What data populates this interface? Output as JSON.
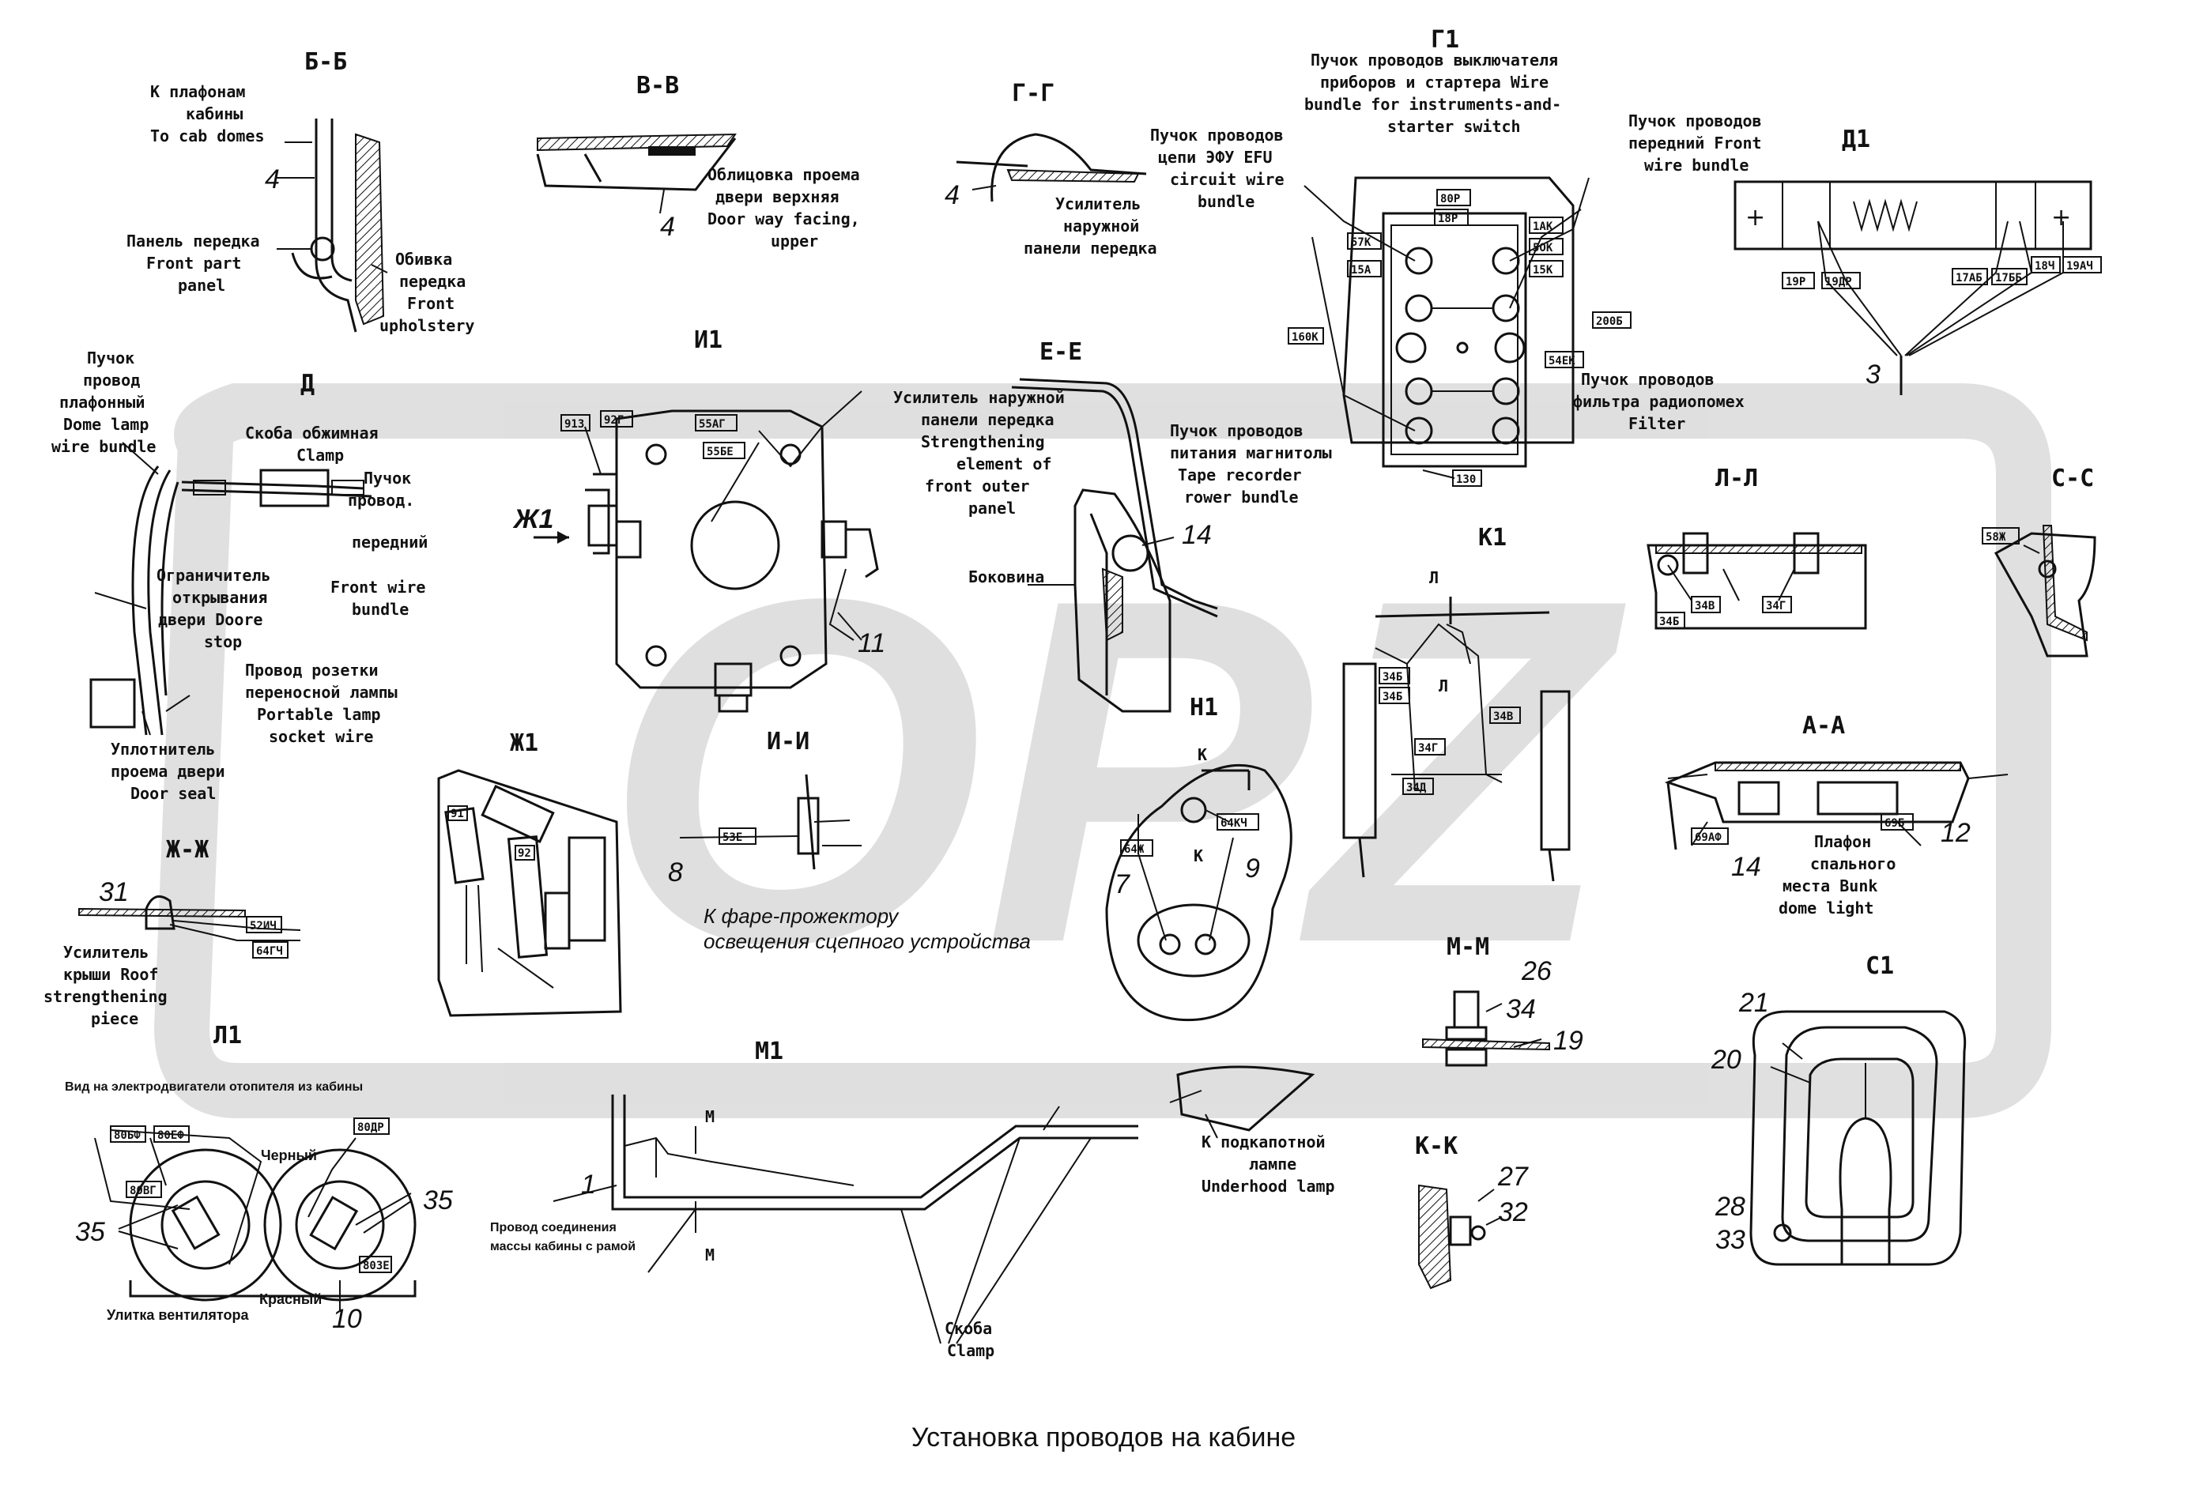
{
  "caption": "Установка проводов на кабине",
  "watermark": "OPZ",
  "sections": {
    "bb": "Б-Б",
    "vv": "В-В",
    "gg": "Г-Г",
    "g1": "Г1",
    "d1": "Д1",
    "d": "Д",
    "i1": "И1",
    "ee": "Е-Е",
    "zh1_top": "Ж1",
    "k1": "К1",
    "ll": "Л-Л",
    "ss": "С-С",
    "zh1": "Ж1",
    "ii": "И-И",
    "n1": "Н1",
    "aa": "А-А",
    "zhzh": "Ж-Ж",
    "l1": "Л1",
    "mm": "М-М",
    "m1": "М1",
    "c1": "С1",
    "kk": "К-К"
  },
  "labels": {
    "bb_domes": [
      "К плафонам",
      "кабины",
      "To cab domes"
    ],
    "bb_panel": [
      "Панель передка",
      "Front part",
      "panel"
    ],
    "bb_upholstery": [
      "Обивка",
      "передка",
      "Front",
      "upholstery"
    ],
    "vv_facing": [
      "Облицовка проема",
      "двери верхняя",
      "Door way facing,",
      "upper"
    ],
    "gg_amp": [
      "Усилитель",
      "наружной",
      "панели передка"
    ],
    "g1_switch": [
      "Пучок проводов выключателя",
      "приборов и стартера Wire",
      "bundle for instruments-and-",
      "starter switch"
    ],
    "g1_efu": [
      "Пучок проводов",
      "цепи ЭФУ EFU",
      "circuit wire",
      "bundle"
    ],
    "g1_front": [
      "Пучок проводов",
      "передний Front",
      "wire bundle"
    ],
    "g1_filter": [
      "Пучок проводов",
      "фильтра радиопомех",
      "Filter"
    ],
    "g1_tape": [
      "Пучок проводов",
      "питания магнитолы",
      "Tape recorder",
      "rower bundle"
    ],
    "d_dome": [
      "Пучок",
      "провод",
      "плафонный",
      "Dome lamp",
      "wire bundle"
    ],
    "d_clamp": [
      "Скоба обжимная",
      "Clamp"
    ],
    "d_front": [
      "Пучок",
      "провод.",
      "передний",
      "Front wire",
      "bundle"
    ],
    "d_stop": [
      "Ограничитель",
      "открывания",
      "двери Doore",
      "stop"
    ],
    "d_socket": [
      "Провод розетки",
      "переносной лампы",
      "Portable lamp",
      "socket wire"
    ],
    "d_seal": [
      "Уплотнитель",
      "проема двери",
      "Door seal"
    ],
    "ee_amp": [
      "Усилитель наружной",
      "панели передка",
      "Strengthening",
      "element of",
      "front outer",
      "panel"
    ],
    "ee_side": "Боковина",
    "ii_note": [
      "К фаре-прожектору",
      "освещения сцепного устройства"
    ],
    "aa_bunk": [
      "Плафон",
      "спального",
      "места Bunk",
      "dome light"
    ],
    "zhzh_roof": [
      "Усилитель",
      "крыши Roof",
      "strengthening",
      "piece"
    ],
    "l1_view": "Вид на электродвигатели отопителя из кабины",
    "l1_black": "Черный",
    "l1_red": "Красный",
    "l1_fan": "Улитка вентилятора",
    "m1_ground": [
      "Провод соединения",
      "массы кабины с рамой"
    ],
    "m1_clamp": [
      "Скоба",
      "Clamp"
    ],
    "m1_underhood": [
      "К подкапотной",
      "лампе",
      "Underhood lamp"
    ]
  },
  "callouts": {
    "bb": "4",
    "vv": "4",
    "gg": "4",
    "d1": "3",
    "i1": "11",
    "ee": "14",
    "ii": "8",
    "n1_7": "7",
    "n1_9": "9",
    "n1_k1": "К",
    "n1_k2": "К",
    "aa_14": "14",
    "aa_12": "12",
    "zhzh": "31",
    "mm_26": "26",
    "mm_34": "34",
    "mm_19": "19",
    "c1_21": "21",
    "c1_20": "20",
    "c1_28": "28",
    "c1_33": "33",
    "kk_27": "27",
    "kk_32": "32",
    "l1_35a": "35",
    "l1_35b": "35",
    "l1_10": "10",
    "m1_1": "1",
    "m_top": "М",
    "m_bot": "М",
    "k1_l1": "Л",
    "k1_l2": "Л"
  },
  "tags": {
    "g1": [
      "80Р",
      "18Р",
      "57К",
      "15А",
      "1АК",
      "5ОК",
      "15К",
      "200Б",
      "54ЕК",
      "160К",
      "130"
    ],
    "d1": [
      "19Р",
      "19ДР",
      "17АБ",
      "17ББ",
      "18Ч",
      "19АЧ"
    ],
    "i1": [
      "913",
      "92Г",
      "55АГ",
      "55БЕ"
    ],
    "k1": [
      "34Б",
      "34Б",
      "34Г",
      "34Д",
      "34В"
    ],
    "ll": [
      "34В",
      "34Г",
      "34Б"
    ],
    "ss": [
      "58Ж"
    ],
    "zh1": [
      "91",
      "92"
    ],
    "ii": [
      "53Е"
    ],
    "n1": [
      "64Ж",
      "64КЧ"
    ],
    "aa": [
      "69АФ",
      "69Б"
    ],
    "zhzh": [
      "52ИЧ",
      "64ГЧ"
    ],
    "l1": [
      "80БФ",
      "80ЕФ",
      "80ВГ",
      "80ДР",
      "80ЗЕ"
    ]
  }
}
